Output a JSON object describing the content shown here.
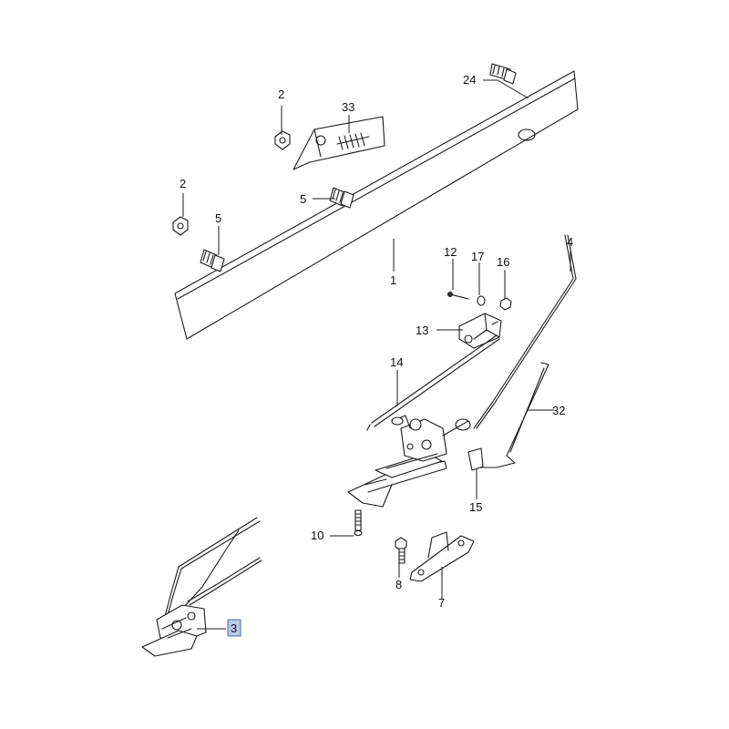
{
  "callouts": {
    "c1": "1",
    "c2a": "2",
    "c2b": "2",
    "c3": "3",
    "c4": "4",
    "c5a": "5",
    "c5b": "5",
    "c7": "7",
    "c8": "8",
    "c10": "10",
    "c12": "12",
    "c13": "13",
    "c14": "14",
    "c15": "15",
    "c16": "16",
    "c17": "17",
    "c24": "24",
    "c32": "32",
    "c33": "33"
  },
  "highlighted_callout": "3",
  "colors": {
    "line": "#1a1a1a",
    "highlight_fill": "#b9c9e6",
    "highlight_border": "#4a6aa8"
  }
}
